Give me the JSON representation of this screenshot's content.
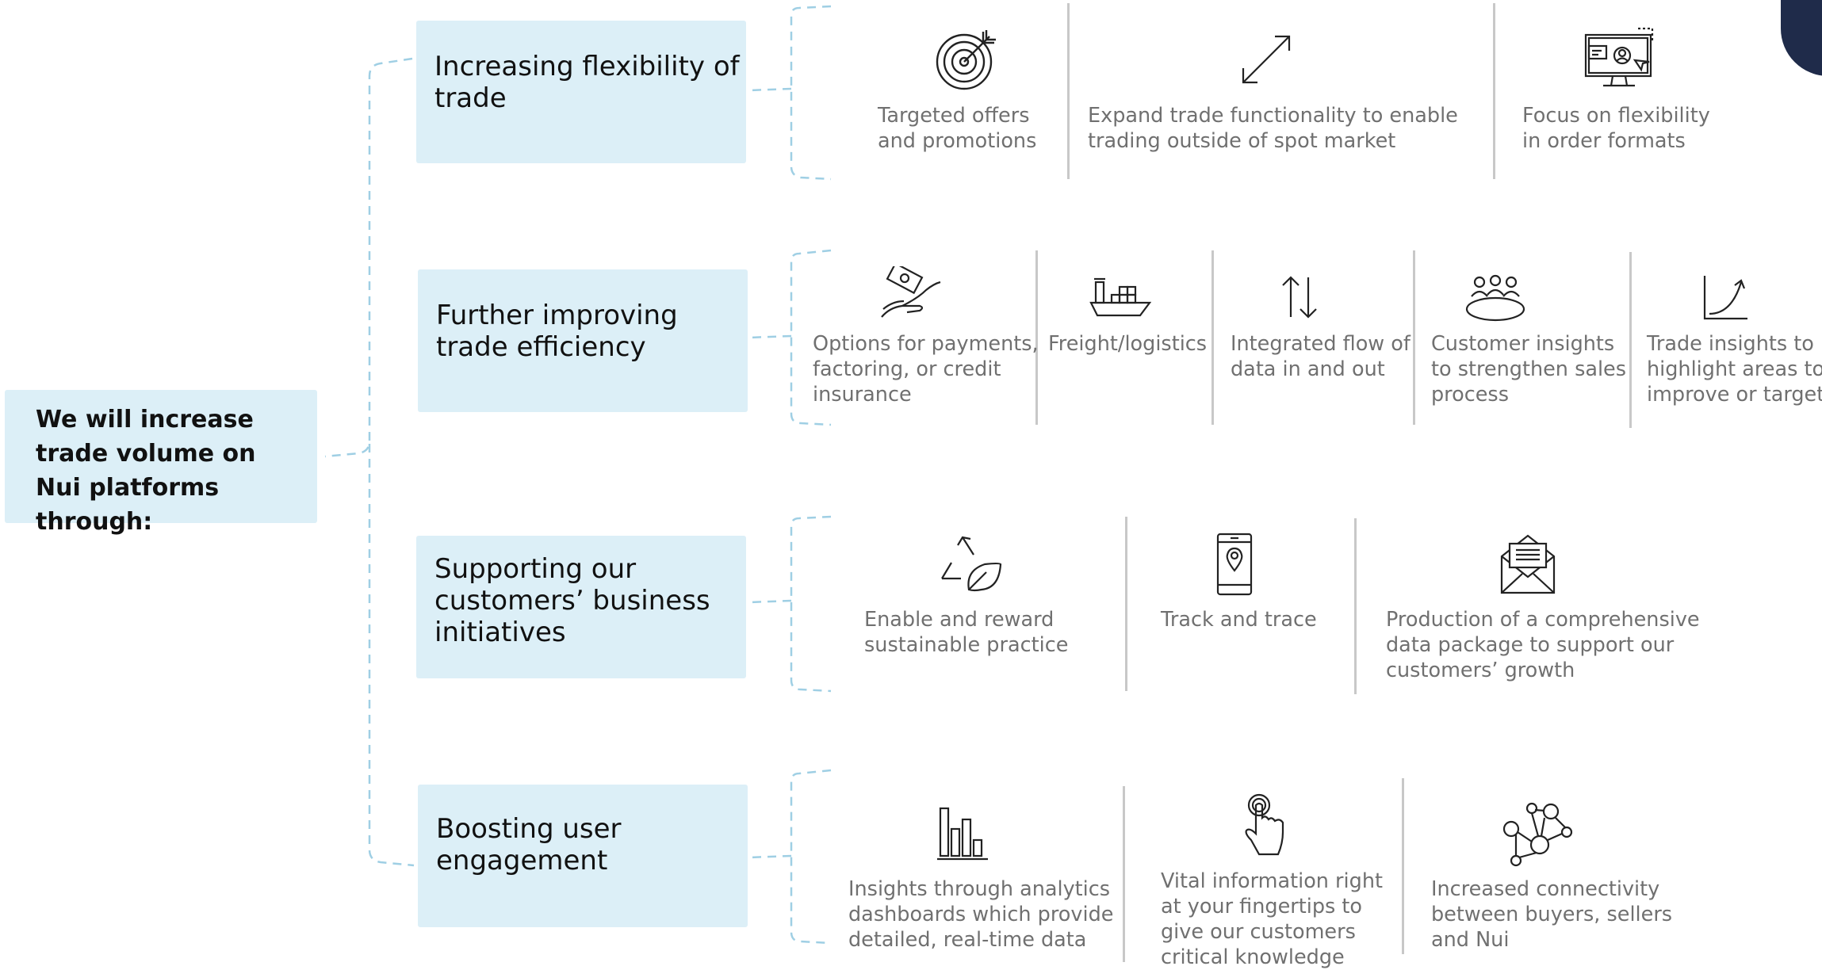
{
  "root": {
    "text": "We will increase trade volume on Nui platforms through:"
  },
  "categories": [
    {
      "title": "Increasing flexibility of trade",
      "items": [
        {
          "icon": "target-icon",
          "label_lines": [
            "Targeted offers",
            "and promotions"
          ]
        },
        {
          "icon": "expand-arrow-icon",
          "label_lines": [
            "Expand trade functionality to enable",
            "trading outside of spot market"
          ]
        },
        {
          "icon": "monitor-user-icon",
          "label_lines": [
            "Focus on flexibility",
            "in order formats"
          ]
        }
      ]
    },
    {
      "title": "Further improving trade efficiency",
      "items": [
        {
          "icon": "payment-hand-icon",
          "label_lines": [
            "Options for payments,",
            "factoring, or credit",
            "insurance"
          ]
        },
        {
          "icon": "cargo-ship-icon",
          "label_lines": [
            "Freight/logistics"
          ]
        },
        {
          "icon": "up-down-arrows-icon",
          "label_lines": [
            "Integrated flow of",
            "data in and out"
          ]
        },
        {
          "icon": "meeting-table-icon",
          "label_lines": [
            "Customer insights",
            "to strengthen sales",
            "process"
          ]
        },
        {
          "icon": "growth-curve-icon",
          "label_lines": [
            "Trade insights to",
            "highlight areas to",
            "improve or target"
          ]
        }
      ]
    },
    {
      "title": "Supporting our customers’ business initiatives",
      "items": [
        {
          "icon": "recycle-leaf-icon",
          "label_lines": [
            "Enable and reward",
            "sustainable practice"
          ]
        },
        {
          "icon": "phone-location-icon",
          "label_lines": [
            "Track and trace"
          ]
        },
        {
          "icon": "envelope-letter-icon",
          "label_lines": [
            "Production of a comprehensive",
            "data package to support our",
            "customers’ growth"
          ]
        }
      ]
    },
    {
      "title": "Boosting user engagement",
      "items": [
        {
          "icon": "bar-chart-icon",
          "label_lines": [
            "Insights through analytics",
            "dashboards which provide",
            "detailed, real-time data"
          ]
        },
        {
          "icon": "finger-touch-icon",
          "label_lines": [
            "Vital information right",
            "at your fingertips to",
            "give our customers",
            "critical knowledge"
          ]
        },
        {
          "icon": "network-people-icon",
          "label_lines": [
            "Increased connectivity",
            "between buyers, sellers",
            "and Nui"
          ]
        }
      ]
    }
  ],
  "colors": {
    "box_fill": "#dceff7",
    "connector": "#9fcfe4",
    "label_text": "#707070",
    "separator": "#c8c8c8"
  }
}
